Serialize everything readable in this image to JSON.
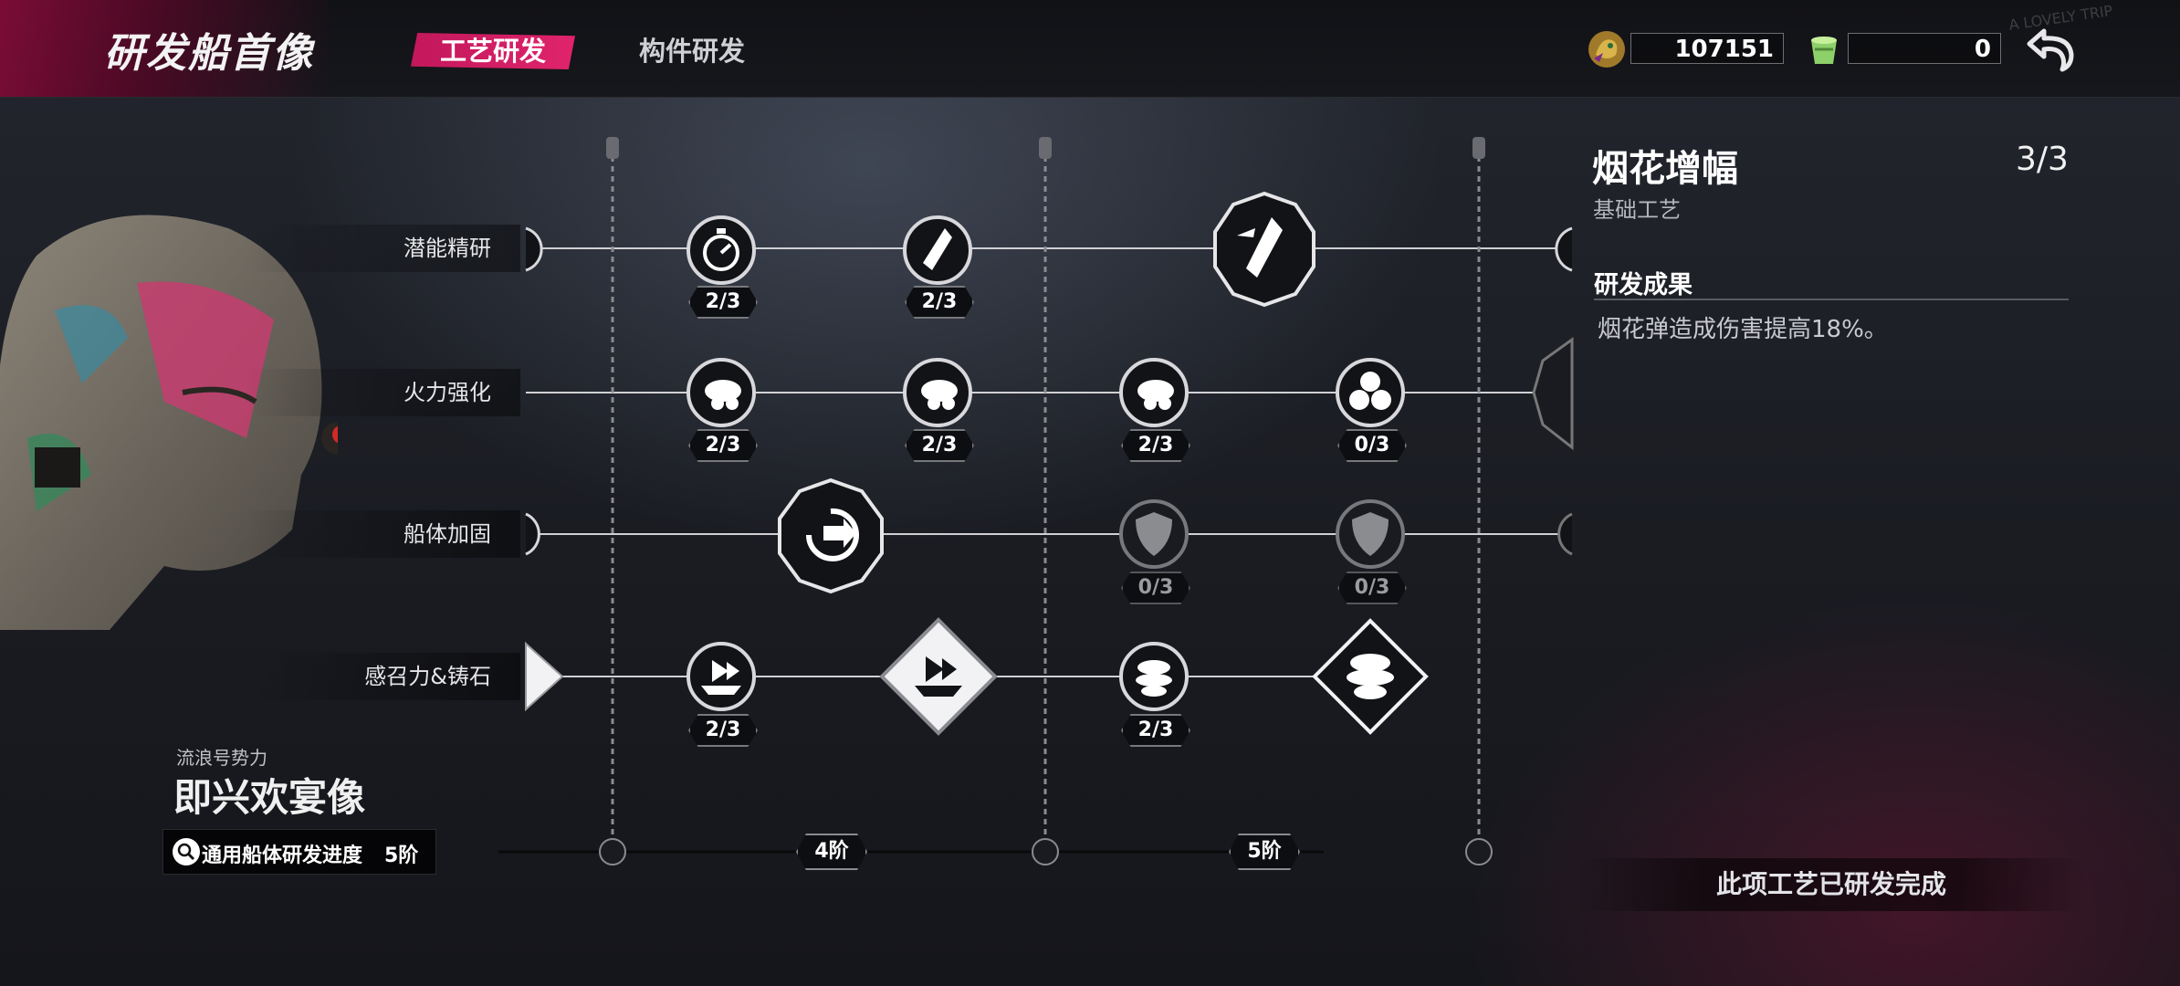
{
  "header": {
    "title": "研发船首像",
    "tabs": [
      {
        "label": "工艺研发",
        "active": true
      },
      {
        "label": "构件研发",
        "active": false
      }
    ],
    "currencies": [
      {
        "icon": "gold-figurehead-icon",
        "value": "107151"
      },
      {
        "icon": "green-cup-icon",
        "value": "0"
      }
    ],
    "deco": "A LOVELY TRIP"
  },
  "character": {
    "faction": "流浪号势力",
    "name": "即兴欢宴像",
    "progress_label": "通用船体研发进度",
    "progress_value": "5阶"
  },
  "tree": {
    "rows": [
      "潜能精研",
      "火力强化",
      "船体加固",
      "感召力&铸石"
    ],
    "tiers": [
      "4阶",
      "5阶"
    ],
    "counts": {
      "r1": [
        "2/3",
        "2/3"
      ],
      "r2": [
        "2/3",
        "2/3",
        "2/3",
        "0/3"
      ],
      "r3": [
        "0/3",
        "0/3"
      ],
      "r4": [
        "2/3",
        "2/3"
      ]
    }
  },
  "detail": {
    "title": "烟花增幅",
    "level": "3/3",
    "subtitle": "基础工艺",
    "result_label": "研发成果",
    "result_text": "烟花弹造成伤害提高18%。",
    "status": "此项工艺已研发完成"
  },
  "colors": {
    "accent": "#e0246c",
    "node_fill": "#121316",
    "node_ring": "#d8d8dc"
  }
}
